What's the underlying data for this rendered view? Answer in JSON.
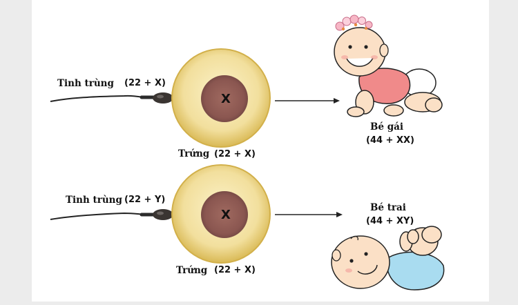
{
  "diagram": {
    "row1": {
      "sperm_word": "Tinh trùng",
      "sperm_chromosomes": "(22 + X)",
      "nucleus_letter": "X",
      "egg_label_word": "Trứng",
      "egg_label_chromosomes": "(22 + X)",
      "result_title": "Bé gái",
      "result_chromosomes": "(44 + XX)"
    },
    "row2": {
      "sperm_word": "Tinh trùng",
      "sperm_chromosomes": "(22 + Y)",
      "nucleus_letter": "X",
      "egg_label_word": "Trứng",
      "egg_label_chromosomes": "(22 + X)",
      "result_title": "Bé trai",
      "result_chromosomes": "(44 + XY)"
    }
  },
  "colors": {
    "egg_outer": "#f0dd9a",
    "egg_rim": "#d6b84c",
    "nucleus": "#8e5a52",
    "girl_shirt": "#f08a8a",
    "boy_shirt": "#a9dcf0",
    "skin": "#fbe0c6"
  }
}
